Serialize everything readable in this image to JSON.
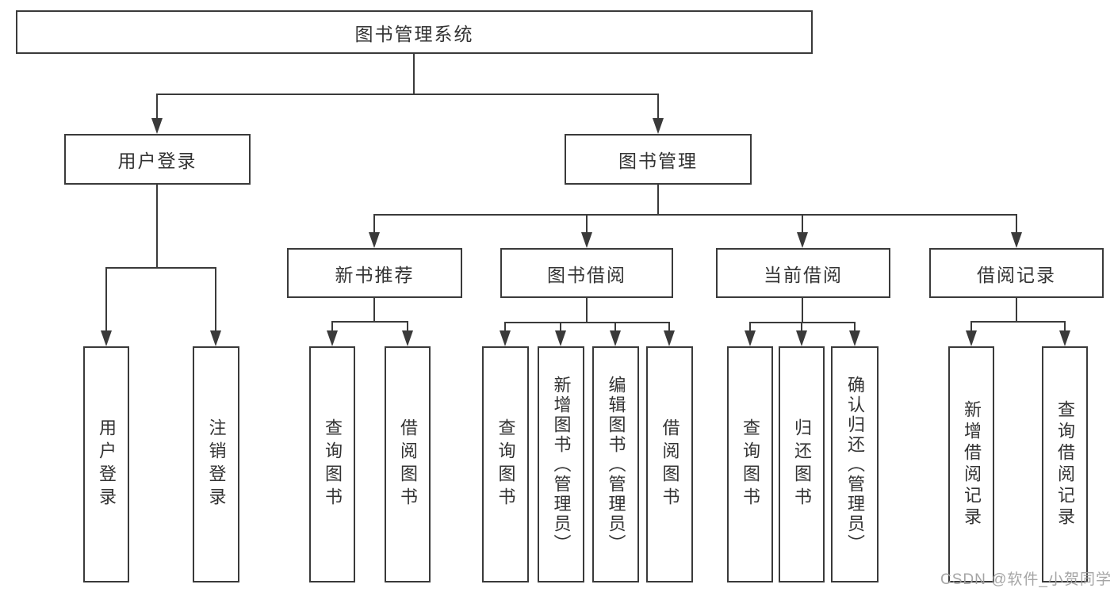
{
  "diagram": {
    "root": {
      "label": "图书管理系统"
    },
    "branches": [
      {
        "label": "用户登录",
        "children": [
          {
            "label": "用户登录"
          },
          {
            "label": "注销登录"
          }
        ]
      },
      {
        "label": "图书管理",
        "children": [
          {
            "label": "新书推荐",
            "children": [
              {
                "label": "查询图书"
              },
              {
                "label": "借阅图书"
              }
            ]
          },
          {
            "label": "图书借阅",
            "children": [
              {
                "label": "查询图书"
              },
              {
                "label": "新增图书（管理员）"
              },
              {
                "label": "编辑图书（管理员）"
              },
              {
                "label": "借阅图书"
              }
            ]
          },
          {
            "label": "当前借阅",
            "children": [
              {
                "label": "查询图书"
              },
              {
                "label": "归还图书"
              },
              {
                "label": "确认归还（管理员）"
              }
            ]
          },
          {
            "label": "借阅记录",
            "children": [
              {
                "label": "新增借阅记录"
              },
              {
                "label": "查询借阅记录"
              }
            ]
          }
        ]
      }
    ]
  },
  "watermark": {
    "text": "CSDN @软件_小贺同学"
  },
  "colors": {
    "line": "#3a3a3a",
    "text": "#333333",
    "watermark": "#9e9e9e",
    "background": "#ffffff"
  }
}
